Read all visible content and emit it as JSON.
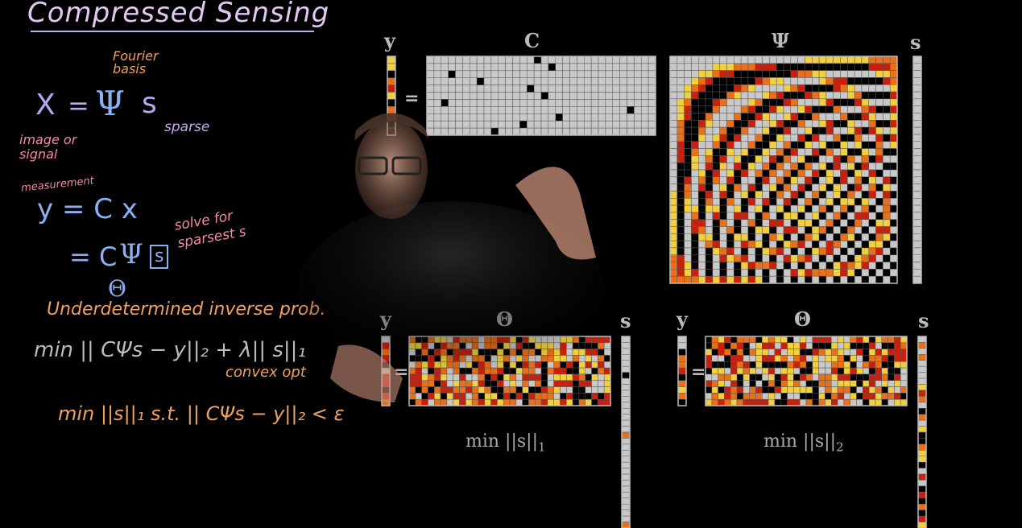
{
  "board": {
    "title": "Compressed Sensing",
    "eq1_x": "X",
    "eq1_eq": "=",
    "eq1_psi": "Ψ",
    "eq1_s": "s",
    "fourier_note": "Fourier basis",
    "sparse_note": "sparse",
    "image_note": "image or signal",
    "measurement_note": "measurement",
    "eq2": "y = C x",
    "eq3_lhs": "= C",
    "eq3_psi": "Ψ",
    "eq3_s": "s",
    "theta_note": "Θ",
    "solve_note": "solve for sparsest s",
    "underdetermined": "Underdetermined inverse prob.",
    "formula1": "min || CΨs − y||₂ + λ|| s||₁",
    "convex_note": "convex opt",
    "formula2": "min ||s||₁  s.t. || CΨs − y||₂ < ε"
  },
  "figures": {
    "top_y": "y",
    "top_c": "C",
    "top_psi": "Ψ",
    "top_s": "s",
    "eq_sign": "=",
    "left_y": "y",
    "left_theta": "Θ",
    "left_s": "s",
    "left_min": "min ||s||",
    "left_min_sub": "1",
    "right_y": "y",
    "right_theta": "Θ",
    "right_s": "s",
    "right_min": "min ||s||",
    "right_min_sub": "2"
  },
  "colors": {
    "background": "#000000",
    "grid_cell": "#c8c8c8",
    "dark_cell": "#000000",
    "heat_red": "#c8200c",
    "heat_orange": "#e8701a",
    "heat_yellow": "#f0d040",
    "handwriting_blue": "#8ab0f0",
    "handwriting_pink": "#f08aa8",
    "handwriting_orange": "#f0a060",
    "handwriting_purple": "#c8a8f0"
  }
}
